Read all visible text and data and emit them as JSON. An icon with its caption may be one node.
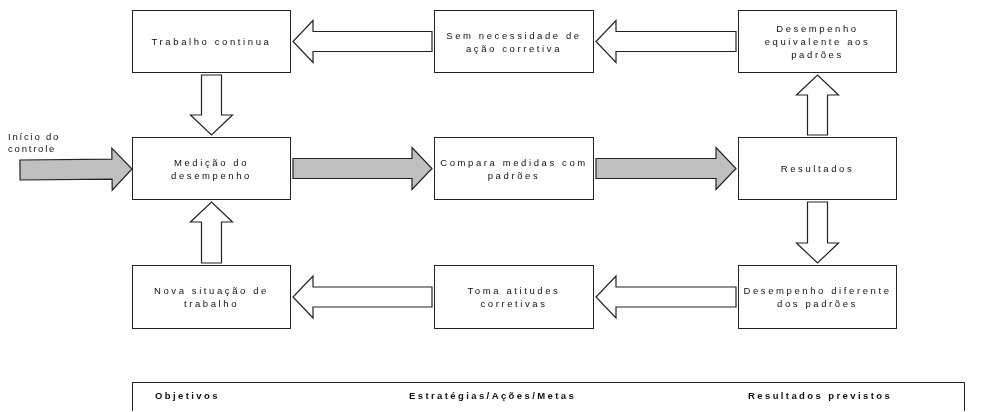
{
  "diagram": {
    "nodes": [
      {
        "text": [
          "Trabalho continua"
        ]
      },
      {
        "text": [
          "Sem necessidade de ação corretiva"
        ]
      },
      {
        "text": [
          "Desempenho equivalente aos padrões"
        ]
      },
      {
        "text": [
          "Início do controle"
        ]
      },
      {
        "text": [
          "Medição do desempenho"
        ]
      },
      {
        "text": [
          "Compara medidas com padrões"
        ]
      },
      {
        "text": [
          "Resultados"
        ]
      },
      {
        "text": [
          "Nova situação de trabalho"
        ]
      },
      {
        "text": [
          "Toma atitudes corretivas"
        ]
      },
      {
        "text": [
          "Desempenho diferente dos padrões"
        ]
      }
    ],
    "edges": [
      {
        "from": 2,
        "to": 1,
        "arrow": "to"
      },
      {
        "from": 1,
        "to": 0,
        "arrow": "to"
      },
      {
        "from": 0,
        "to": 4,
        "arrow": "to"
      },
      {
        "from": 3,
        "to": 4,
        "arrow": "to",
        "color": "#c0c0c0"
      },
      {
        "from": 4,
        "to": 5,
        "arrow": "to",
        "color": "#c0c0c0"
      },
      {
        "from": 5,
        "to": 6,
        "arrow": "to",
        "color": "#c0c0c0"
      },
      {
        "from": 6,
        "to": 2,
        "arrow": "to"
      },
      {
        "from": 6,
        "to": 9,
        "arrow": "to"
      },
      {
        "from": 9,
        "to": 8,
        "arrow": "to"
      },
      {
        "from": 8,
        "to": 7,
        "arrow": "to"
      },
      {
        "from": 7,
        "to": 4,
        "arrow": "to"
      }
    ],
    "labels": [
      "Objetivos",
      "Estratégias/Ações/Metas",
      "Resultados previstos"
    ]
  }
}
